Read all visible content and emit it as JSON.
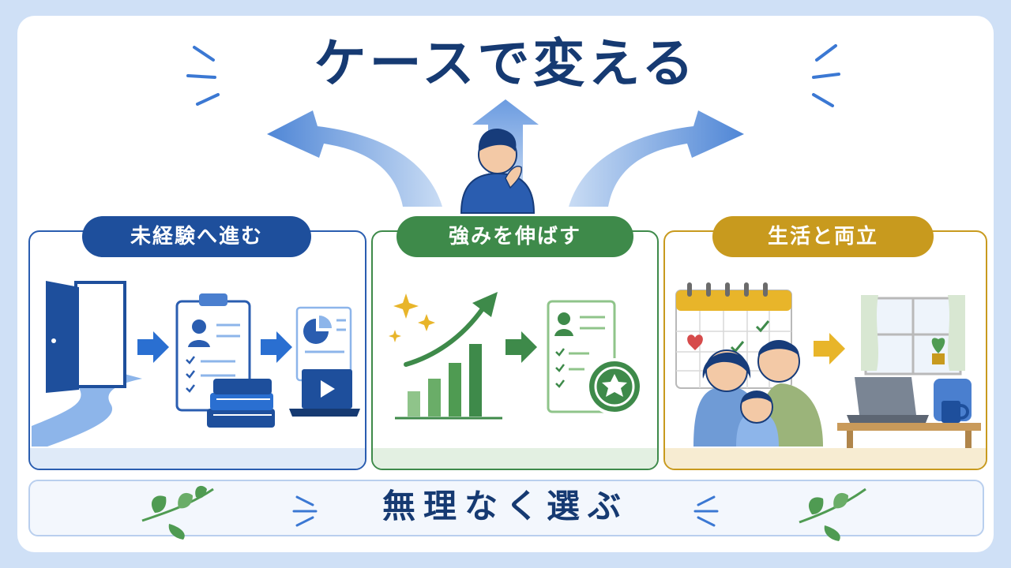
{
  "title": "ケースで変える",
  "cards": [
    {
      "label": "未経験へ進む",
      "color": "#1e4f9c"
    },
    {
      "label": "強みを伸ばす",
      "color": "#3e8a4a"
    },
    {
      "label": "生活と両立",
      "color": "#c89a1e"
    }
  ],
  "footer": "無理なく選ぶ",
  "colors": {
    "navy": "#163a72",
    "blue": "#2a5db0",
    "green": "#3e8a4a",
    "gold": "#c89a1e",
    "background": "#cfe0f6"
  },
  "icons": [
    "door-icon",
    "road-icon",
    "clipboard-resume-icon",
    "books-icon",
    "report-icon",
    "laptop-video-icon",
    "sparkle-icon",
    "growth-chart-icon",
    "resume-icon",
    "star-badge-icon",
    "calendar-icon",
    "heart-icon",
    "family-icon",
    "window-icon",
    "laptop-icon",
    "mug-icon",
    "chair-icon",
    "leaf-icon",
    "person-thinking-icon",
    "branch-arrows-icon"
  ]
}
